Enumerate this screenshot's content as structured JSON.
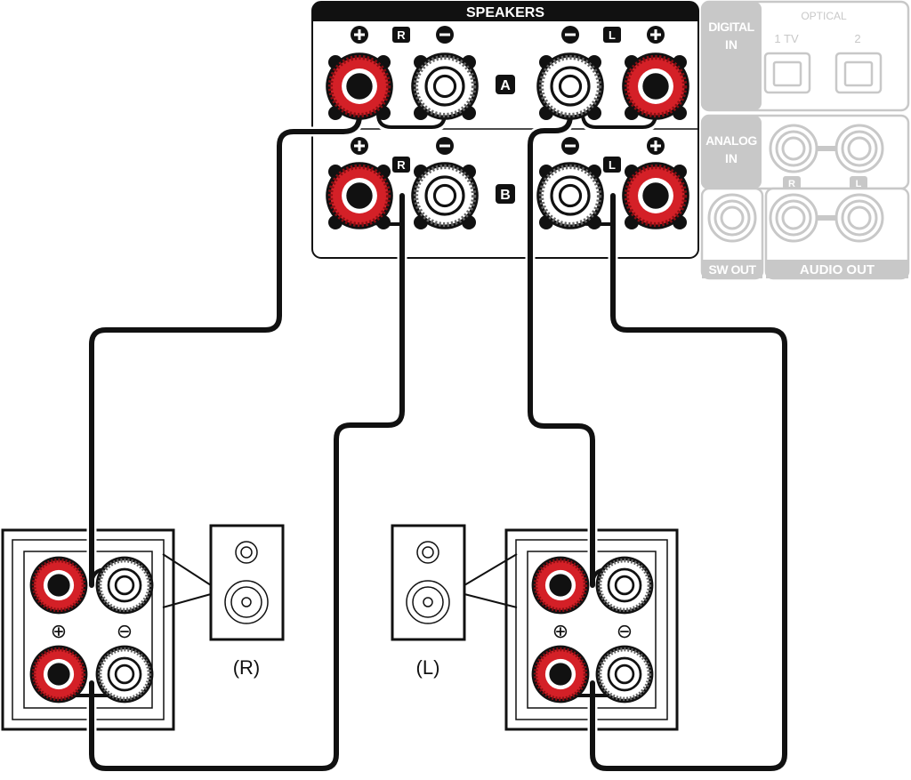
{
  "panel": {
    "speakers_title": "SPEAKERS",
    "zone_a": "A",
    "zone_b": "B",
    "channel_r": "R",
    "channel_l": "L",
    "plus": "+",
    "minus": "−"
  },
  "inputs": {
    "digital_in": [
      "DIGITAL",
      "IN"
    ],
    "optical_label": "OPTICAL",
    "optical_1": "1 TV",
    "optical_2": "2",
    "analog_in": [
      "ANALOG",
      "IN"
    ],
    "analog_r": "R",
    "analog_l": "L",
    "sw_out": "SW OUT",
    "audio_out": "AUDIO OUT"
  },
  "speakers": {
    "right_caption": "(R)",
    "left_caption": "(L)",
    "plus_symbol": "⊕",
    "minus_symbol": "⊖"
  },
  "colors": {
    "positive_terminal": "#d42027",
    "negative_terminal": "#ffffff",
    "inactive_panel": "#c8c8c8",
    "wire": "#111111"
  }
}
